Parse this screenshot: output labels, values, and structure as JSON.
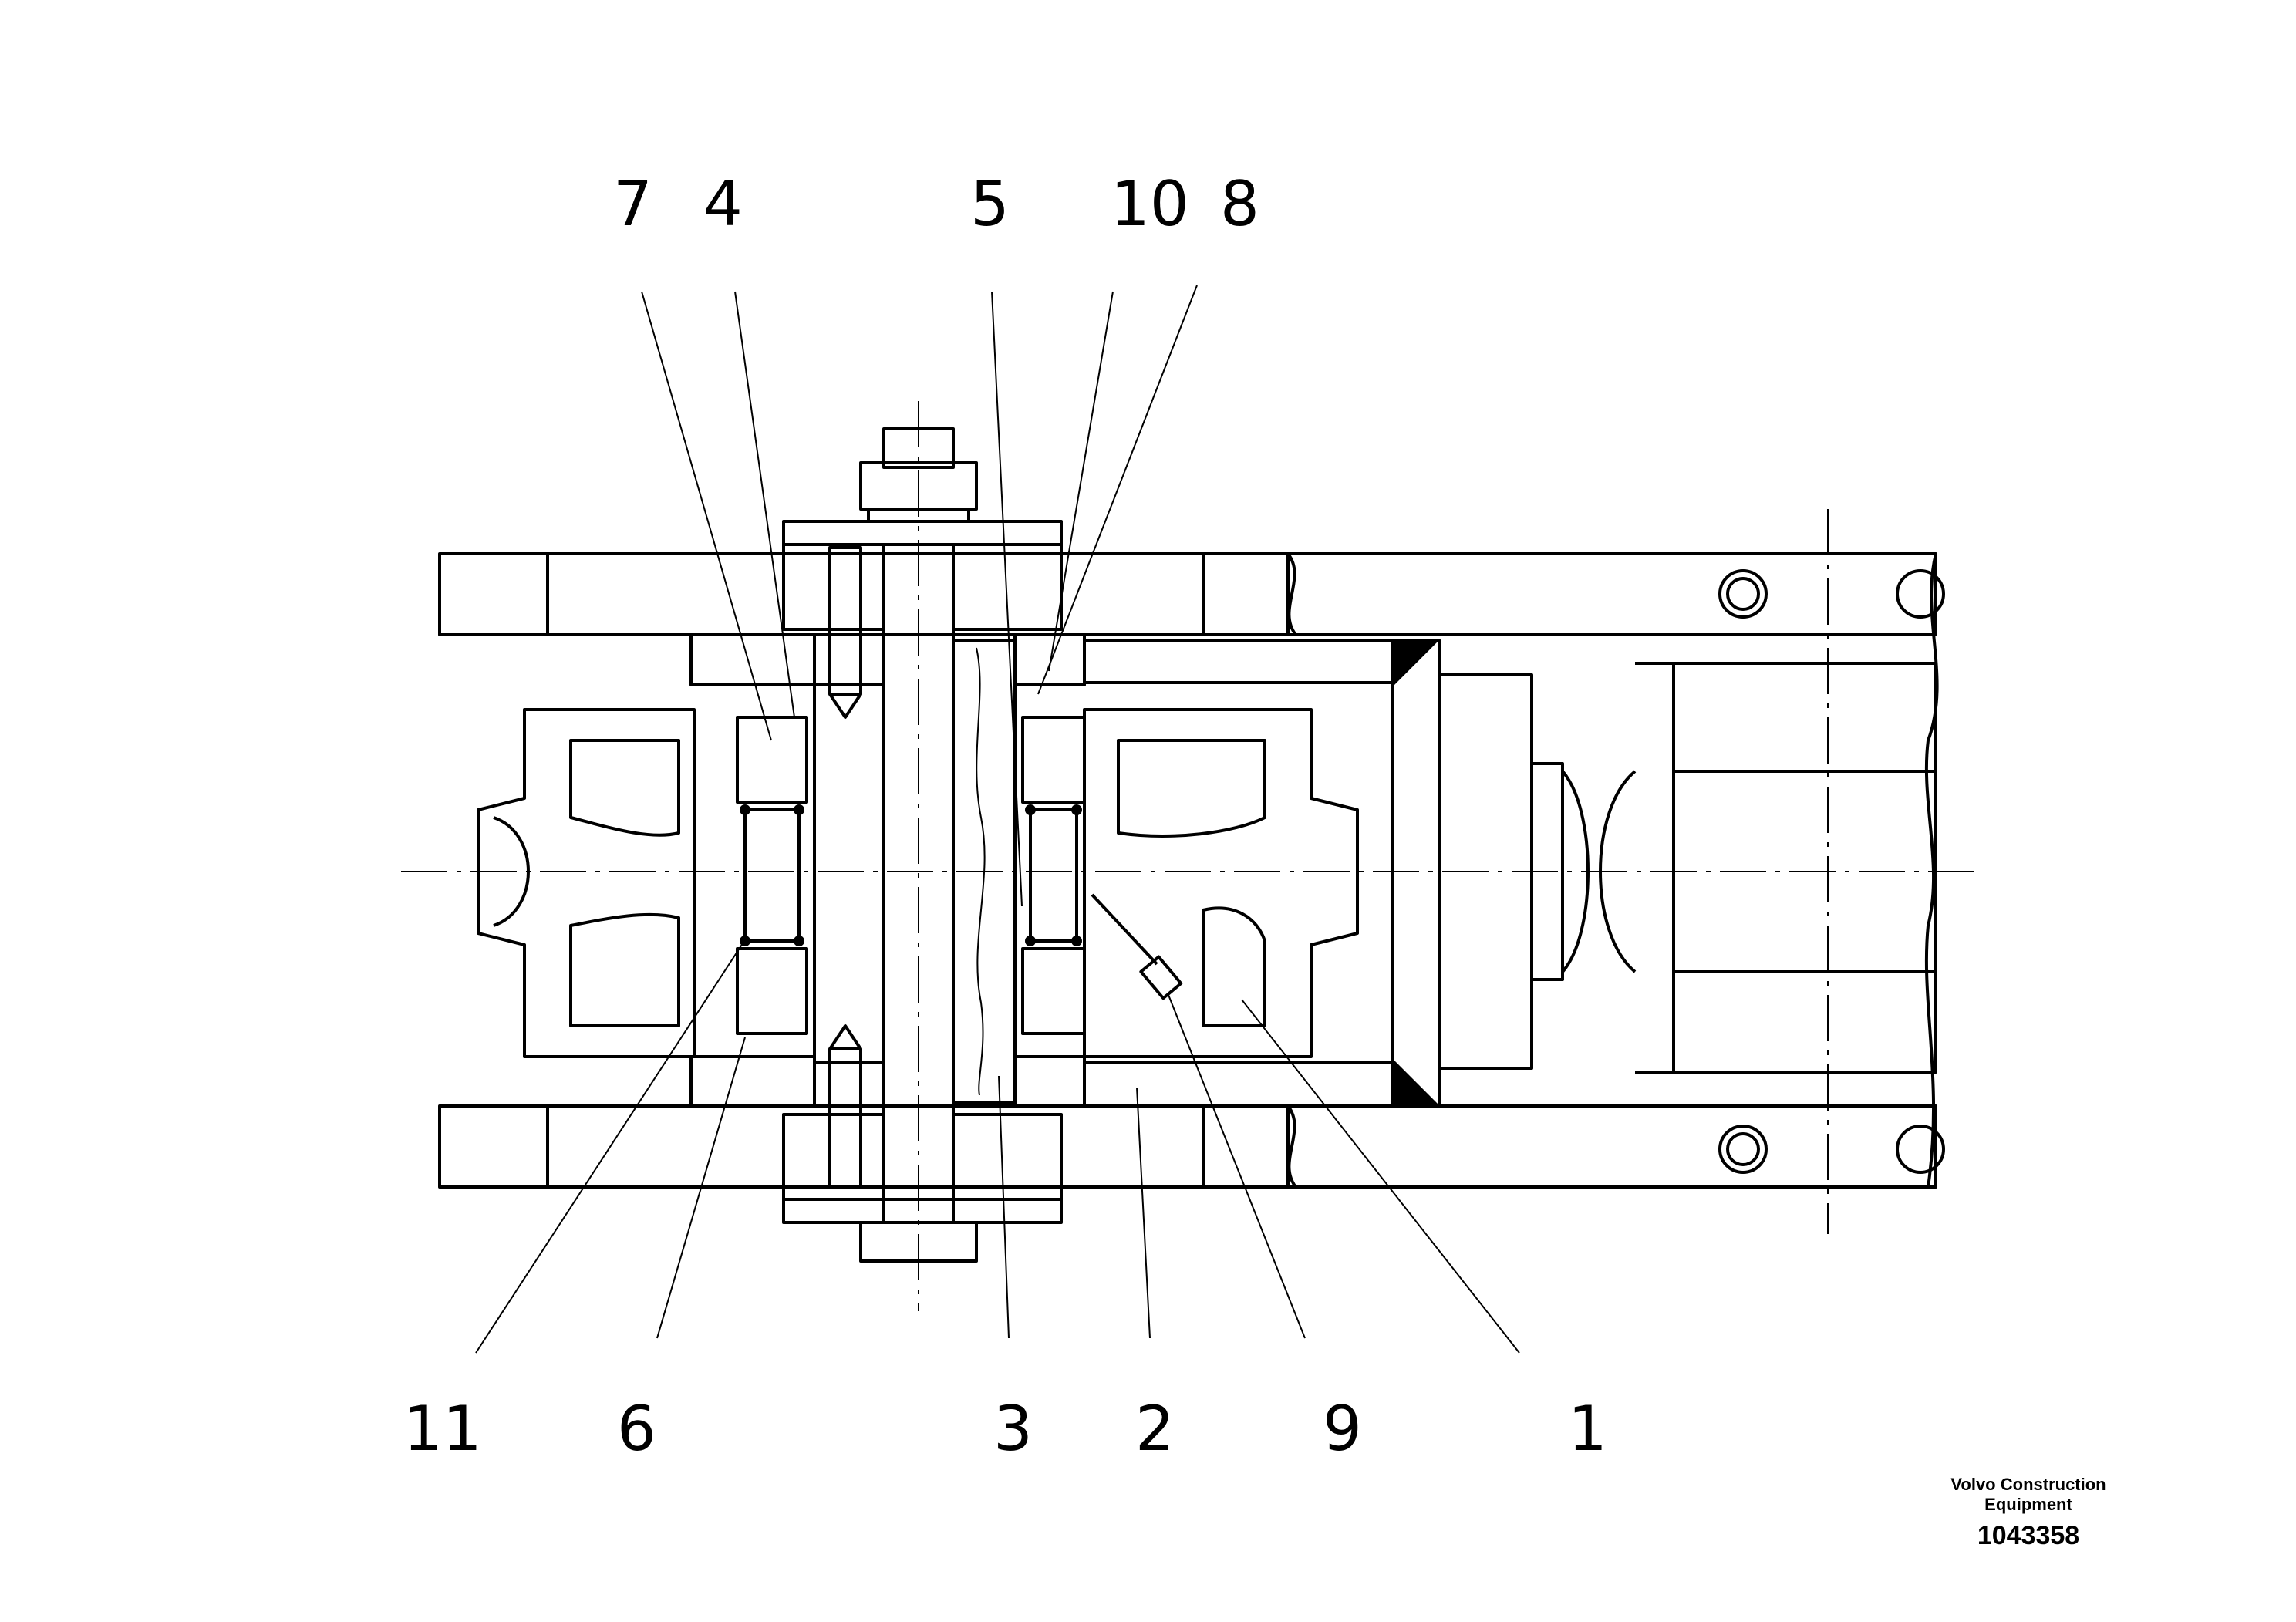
{
  "callouts_top": [
    "7",
    "4",
    "5",
    "10",
    "8"
  ],
  "callouts_bottom": [
    "11",
    "6",
    "3",
    "2",
    "9",
    "1"
  ],
  "footer": {
    "company_line1": "Volvo Construction",
    "company_line2": "Equipment",
    "document_number": "1043358"
  }
}
